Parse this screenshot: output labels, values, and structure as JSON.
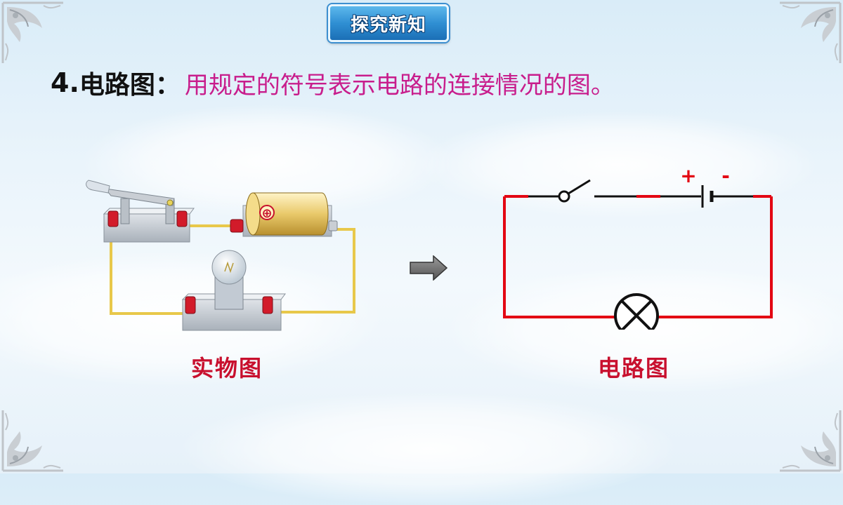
{
  "badge": {
    "label": "探究新知"
  },
  "heading": {
    "number": "4.",
    "term": "电路图：",
    "definition": "用规定的符号表示电路的连接情况的图。"
  },
  "physical_diagram": {
    "caption": "实物图",
    "battery_symbol": "⊕"
  },
  "circuit_diagram": {
    "caption": "电路图",
    "plus_label": "+",
    "minus_label": "-"
  },
  "colors": {
    "definition": "#c81d8c",
    "caption": "#c8102e",
    "wire": "#e30613",
    "badge": "#2f8fd3"
  }
}
